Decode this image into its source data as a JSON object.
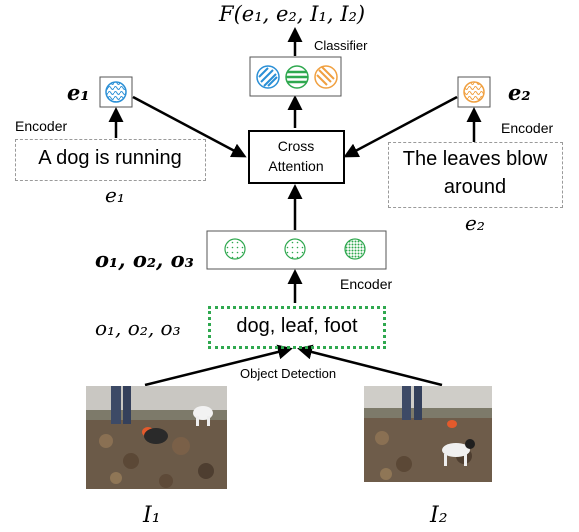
{
  "output_formula": "F(e₁, e₂, I₁, I₂)",
  "classifier_label": "Classifier",
  "cross_attention": {
    "line1": "Cross",
    "line2": "Attention"
  },
  "text_left": {
    "embedding_symbol": "e₁",
    "encoder_label": "Encoder",
    "sentence": "A dog is running",
    "variable": "e₁"
  },
  "text_right": {
    "embedding_symbol": "e₂",
    "encoder_label": "Encoder",
    "sentence_line1": "The leaves blow",
    "sentence_line2": "around",
    "variable": "e₂"
  },
  "objects": {
    "embedding_symbols": "o₁, o₂, o₃",
    "encoder_label": "Encoder",
    "raw_symbols": "o₁, o₂, o₃",
    "detected": "dog, leaf, foot"
  },
  "object_detection_label": "Object Detection",
  "images": {
    "left_label": "I₁",
    "right_label": "I₂"
  },
  "colors": {
    "blue": "#2a8fd6",
    "green": "#2fa84f",
    "orange": "#f0a040",
    "dotted_box": "#2fa84f"
  }
}
